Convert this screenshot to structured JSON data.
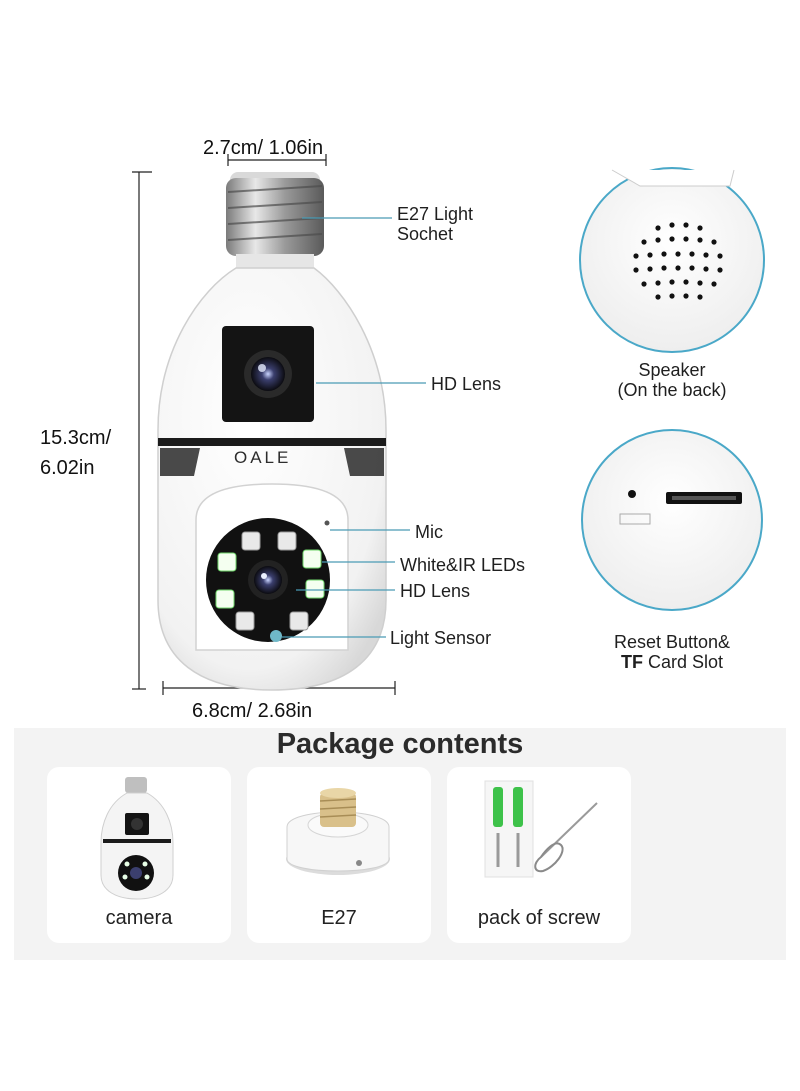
{
  "dimensions": {
    "top_width": "2.7cm/ 1.06in",
    "height_cm": "15.3cm/",
    "height_in": "6.02in",
    "bottom_width": "6.8cm/ 2.68in"
  },
  "callouts": {
    "socket_line1": "E27 Light",
    "socket_line2": "Sochet",
    "hd_lens_top": "HD Lens",
    "mic": "Mic",
    "leds": "White&IR LEDs",
    "hd_lens_bottom": "HD Lens",
    "light_sensor": "Light Sensor"
  },
  "brand": "OALE",
  "insets": {
    "speaker_line1": "Speaker",
    "speaker_line2": "(On the back)",
    "reset_line1": "Reset Button&",
    "reset_bold": "TF",
    "reset_rest": " Card Slot"
  },
  "package": {
    "title": "Package contents",
    "items": [
      {
        "label": "camera"
      },
      {
        "label": "E27"
      },
      {
        "label": "pack of screw"
      }
    ]
  },
  "colors": {
    "callout_line": "#4a9bb5",
    "accent_green": "#3ec24a",
    "body_white": "#f7f7f7",
    "lens_black": "#111111"
  }
}
